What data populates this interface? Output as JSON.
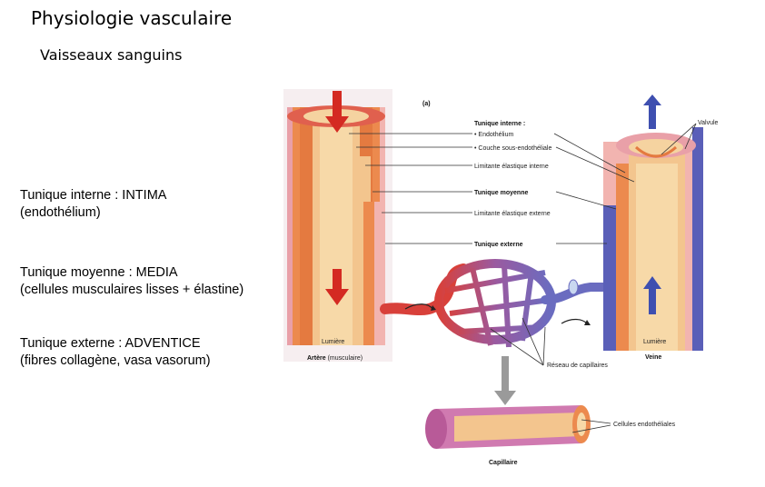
{
  "slide": {
    "title": "Physiologie vasculaire",
    "subtitle": "Vaisseaux sanguins"
  },
  "descriptions": [
    {
      "line1": "Tunique interne : INTIMA",
      "line2": "(endothélium)"
    },
    {
      "line1": "Tunique moyenne : MEDIA",
      "line2": "(cellules musculaires lisses + élastine)"
    },
    {
      "line1": "Tunique externe : ADVENTICE",
      "line2": "(fibres collagène, vasa vasorum)"
    }
  ],
  "figure": {
    "panel_label": "(a)",
    "labels": {
      "tunique_interne": "Tunique interne :",
      "endothelium": "• Endothélium",
      "couche_sous_endotheliale": "• Couche sous-endothéliale",
      "limitante_interne": "Limitante élastique interne",
      "tunique_moyenne": "Tunique moyenne",
      "limitante_externe": "Limitante élastique externe",
      "tunique_externe": "Tunique externe",
      "valvule": "Valvule",
      "lumiere_artere": "Lumière",
      "lumiere_veine": "Lumière",
      "artere_bold": "Artère",
      "artere_rest": " (musculaire)",
      "veine": "Veine",
      "reseau_capillaires": "Réseau de capillaires",
      "cellules_endotheliales": "Cellules endothéliales",
      "capillaire": "Capillaire"
    }
  },
  "colors": {
    "artery_red": "#d8403a",
    "muscle_orange": "#ec8a4e",
    "adventitia_pink": "#f2b4b0",
    "vein_blue": "#5a5fb8",
    "capillary_purple": "#9a5aa0"
  }
}
